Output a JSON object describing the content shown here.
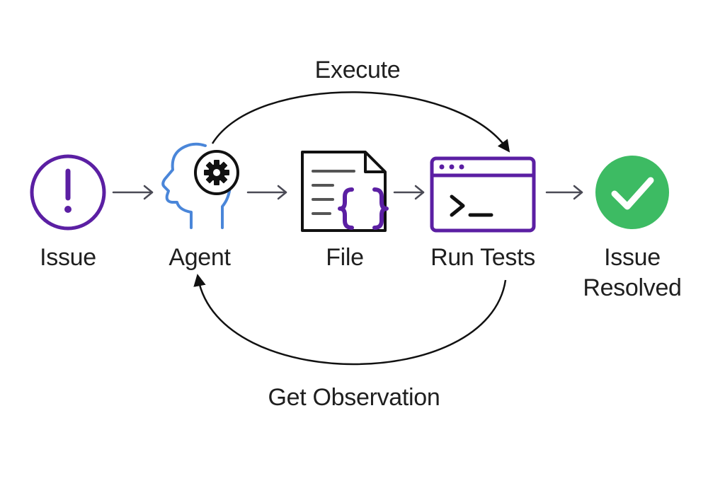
{
  "loop": {
    "top_label": "Execute",
    "bottom_label": "Get Observation"
  },
  "nodes": [
    {
      "id": "issue",
      "label": "Issue",
      "icon": "exclamation-circle-icon"
    },
    {
      "id": "agent",
      "label": "Agent",
      "icon": "head-with-gear-icon"
    },
    {
      "id": "file",
      "label": "File",
      "icon": "code-file-icon"
    },
    {
      "id": "run-tests",
      "label": "Run Tests",
      "icon": "terminal-window-icon"
    },
    {
      "id": "issue-resolved",
      "label_line1": "Issue",
      "label_line2": "Resolved",
      "icon": "check-circle-icon"
    }
  ],
  "colors": {
    "purple": "#5b1fa3",
    "blue": "#4a86d9",
    "green": "#3dbb63",
    "ink": "#1f1f1f",
    "arrow": "#4a4a55"
  }
}
